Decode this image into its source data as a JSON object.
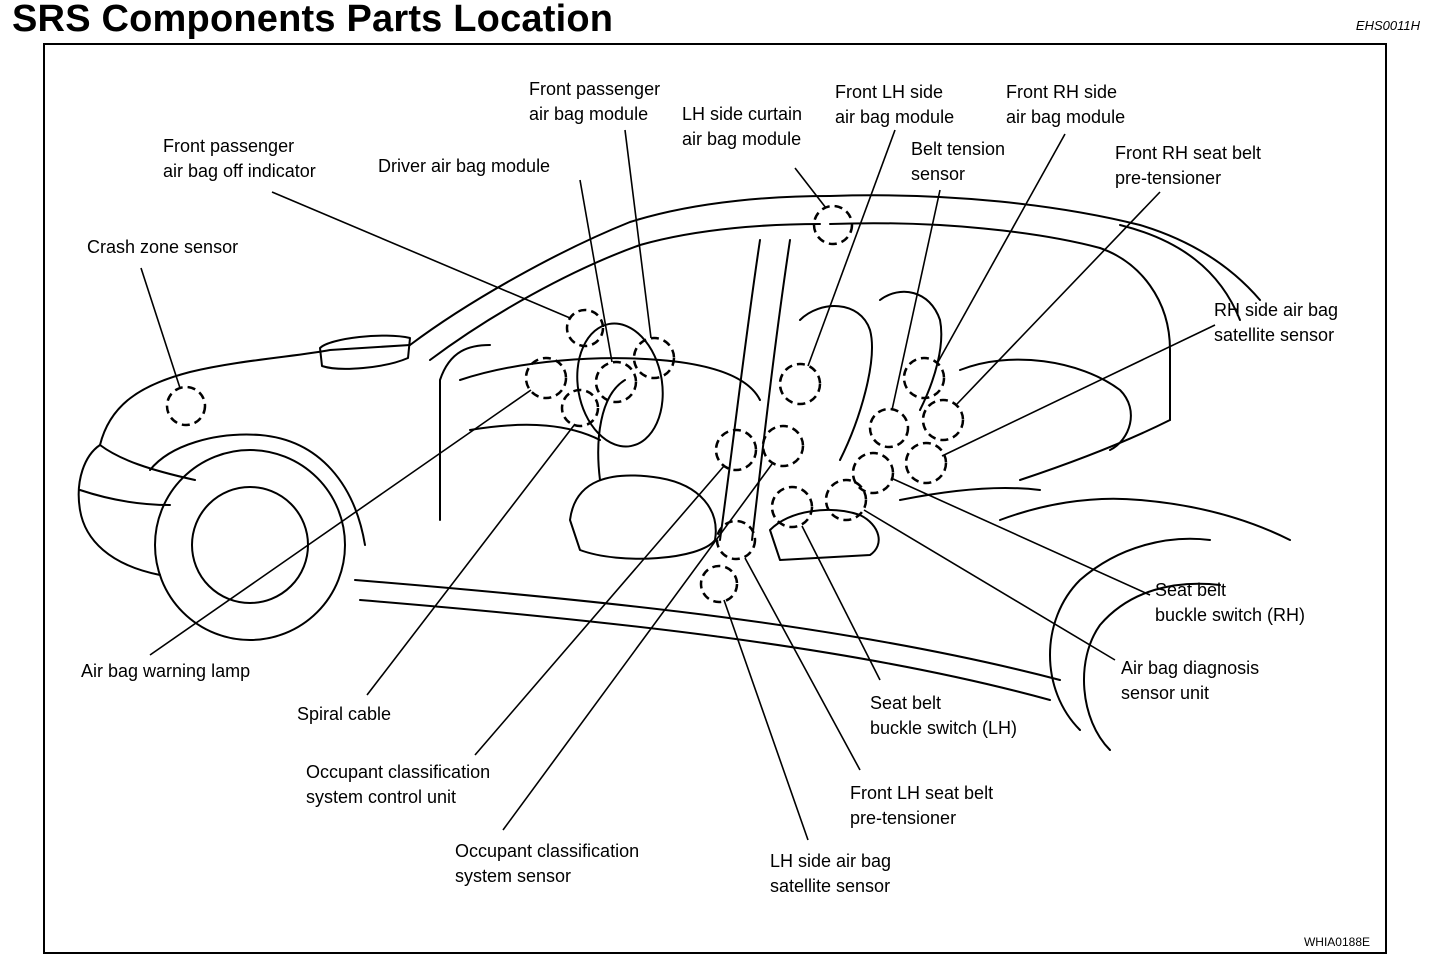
{
  "header": {
    "title": "SRS Components Parts Location",
    "code": "EHS0011H"
  },
  "figure_code": "WHIA0188E",
  "labels": {
    "front_passenger_air_bag_module": [
      "Front passenger",
      "air bag module"
    ],
    "lh_side_curtain_air_bag_module": [
      "LH side curtain",
      "air bag module"
    ],
    "front_lh_side_air_bag_module": [
      "Front LH side",
      "air bag module"
    ],
    "front_rh_side_air_bag_module": [
      "Front RH side",
      "air bag module"
    ],
    "front_passenger_air_bag_off_indicator": [
      "Front passenger",
      "air bag off indicator"
    ],
    "driver_air_bag_module": [
      "Driver air bag module"
    ],
    "belt_tension_sensor": [
      "Belt tension",
      "sensor"
    ],
    "front_rh_seat_belt_pre_tensioner": [
      "Front RH seat belt",
      "pre-tensioner"
    ],
    "crash_zone_sensor": [
      "Crash zone sensor"
    ],
    "rh_side_air_bag_satellite_sensor": [
      "RH side air bag",
      "satellite sensor"
    ],
    "seat_belt_buckle_switch_rh": [
      "Seat belt",
      "buckle switch (RH)"
    ],
    "air_bag_diagnosis_sensor_unit": [
      "Air bag diagnosis",
      "sensor unit"
    ],
    "air_bag_warning_lamp": [
      "Air bag warning lamp"
    ],
    "spiral_cable": [
      "Spiral cable"
    ],
    "seat_belt_buckle_switch_lh": [
      "Seat belt",
      "buckle switch (LH)"
    ],
    "occupant_classification_system_control_unit": [
      "Occupant classification",
      "system control unit"
    ],
    "front_lh_seat_belt_pre_tensioner": [
      "Front LH seat belt",
      "pre-tensioner"
    ],
    "occupant_classification_system_sensor": [
      "Occupant classification",
      "system sensor"
    ],
    "lh_side_air_bag_satellite_sensor": [
      "LH side air bag",
      "satellite sensor"
    ]
  }
}
